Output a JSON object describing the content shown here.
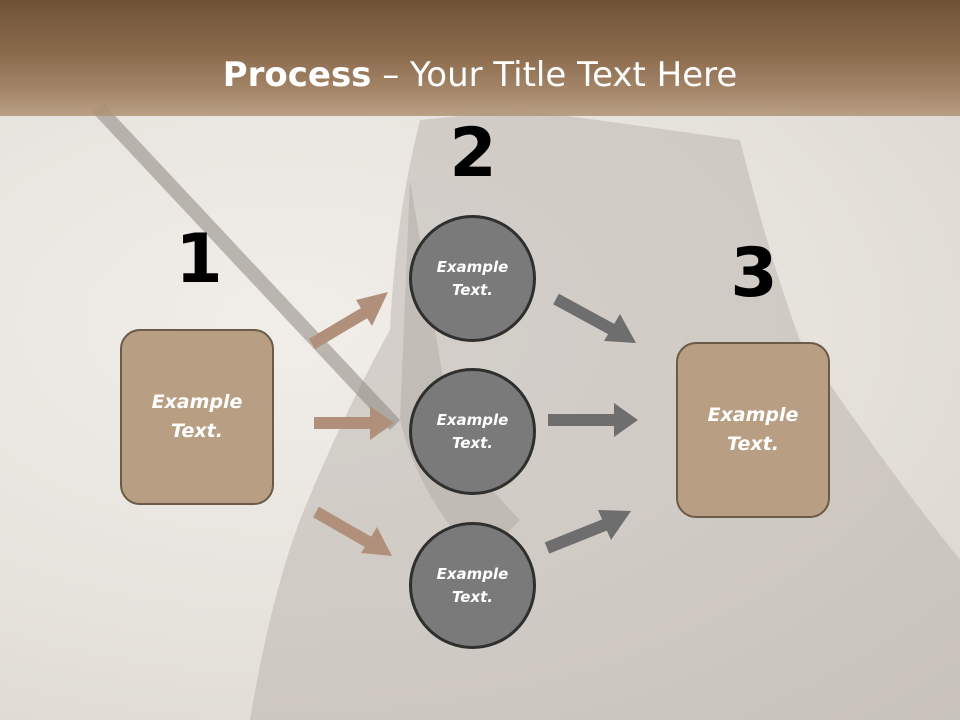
{
  "title": {
    "bold": "Process",
    "rest": " – Your Title Text Here"
  },
  "steps": [
    {
      "number": "1",
      "label": "Example\nText."
    },
    {
      "number": "2",
      "labels": [
        "Example\nText.",
        "Example\nText.",
        "Example\nText."
      ]
    },
    {
      "number": "3",
      "label": "Example\nText."
    }
  ],
  "colors": {
    "title_band": "#8a6a4b",
    "box_fill": "#b89f84",
    "circle_fill": "#7a7a7a",
    "arrow_tan": "#b0907a",
    "arrow_gray": "#6e6e6e"
  }
}
